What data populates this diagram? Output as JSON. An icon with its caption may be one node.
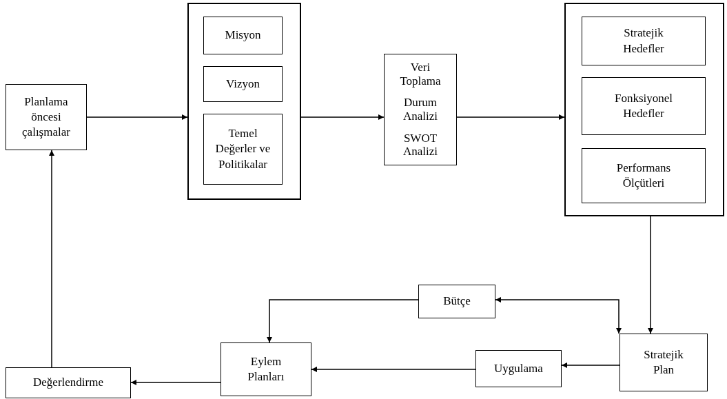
{
  "diagram": {
    "nodes": [
      {
        "text": [
          "Planlama öncesi çalışmalar"
        ]
      },
      {
        "text": [],
        "shape": "box"
      },
      {
        "text": [
          "Misyon"
        ],
        "in": 1
      },
      {
        "text": [
          "Vizyon"
        ],
        "in": 1
      },
      {
        "text": [
          "Temel Değerler ve Politikalar"
        ],
        "in": 1
      },
      {
        "text": [
          "Veri Toplama",
          "Durum Analizi",
          "SWOT Analizi"
        ]
      },
      {
        "text": [],
        "shape": "box"
      },
      {
        "text": [
          "Stratejik Hedefler"
        ],
        "in": 6
      },
      {
        "text": [
          "Fonksiyonel Hedefler"
        ],
        "in": 6
      },
      {
        "text": [
          "Performans Ölçütleri"
        ],
        "in": 6
      },
      {
        "text": [
          "Bütçe"
        ]
      },
      {
        "text": [
          "Stratejik Plan"
        ]
      },
      {
        "text": [
          "Uygulama"
        ]
      },
      {
        "text": [
          "Eylem Planları"
        ]
      },
      {
        "text": [
          "Değerlendirme"
        ]
      }
    ],
    "edges": [
      {
        "from": 0,
        "to": 1,
        "arrow": "to"
      },
      {
        "from": 1,
        "to": 5,
        "arrow": "to"
      },
      {
        "from": 5,
        "to": 6,
        "arrow": "to"
      },
      {
        "from": 6,
        "to": 11,
        "arrow": "to"
      },
      {
        "from": 11,
        "to": 10,
        "arrow": "both"
      },
      {
        "from": 10,
        "to": 13,
        "arrow": "to"
      },
      {
        "from": 11,
        "to": 12,
        "arrow": "to"
      },
      {
        "from": 12,
        "to": 13,
        "arrow": "to"
      },
      {
        "from": 13,
        "to": 14,
        "arrow": "to"
      },
      {
        "from": 14,
        "to": 0,
        "arrow": "to"
      }
    ]
  }
}
